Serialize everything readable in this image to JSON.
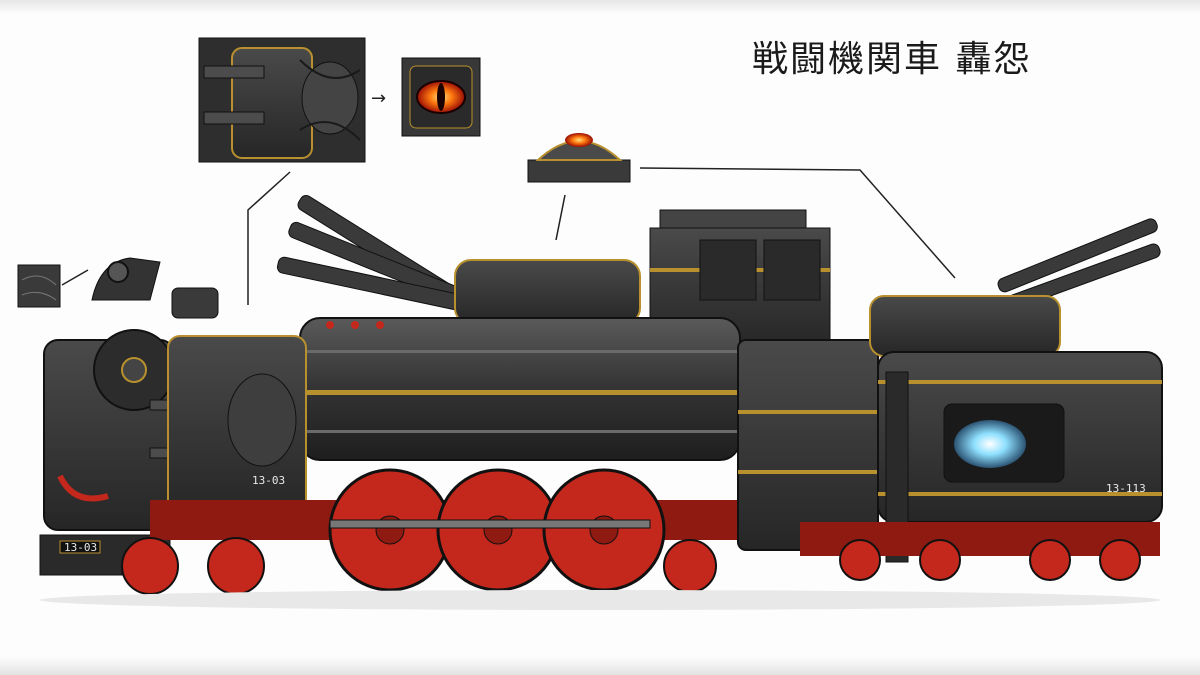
{
  "title": "戦闘機関車 轟怨",
  "plates": {
    "front_plate": "13-03",
    "tender_plate": "13-113",
    "nose_plate": "13-03"
  },
  "colors": {
    "armor": "#3a3a3a",
    "armor_dark": "#262626",
    "trim": "#b8902e",
    "wheels": "#c4281c",
    "eye": "#d81e0c",
    "core_glow": "#5ec8ff"
  },
  "icons": {
    "arrow_right": "→"
  }
}
